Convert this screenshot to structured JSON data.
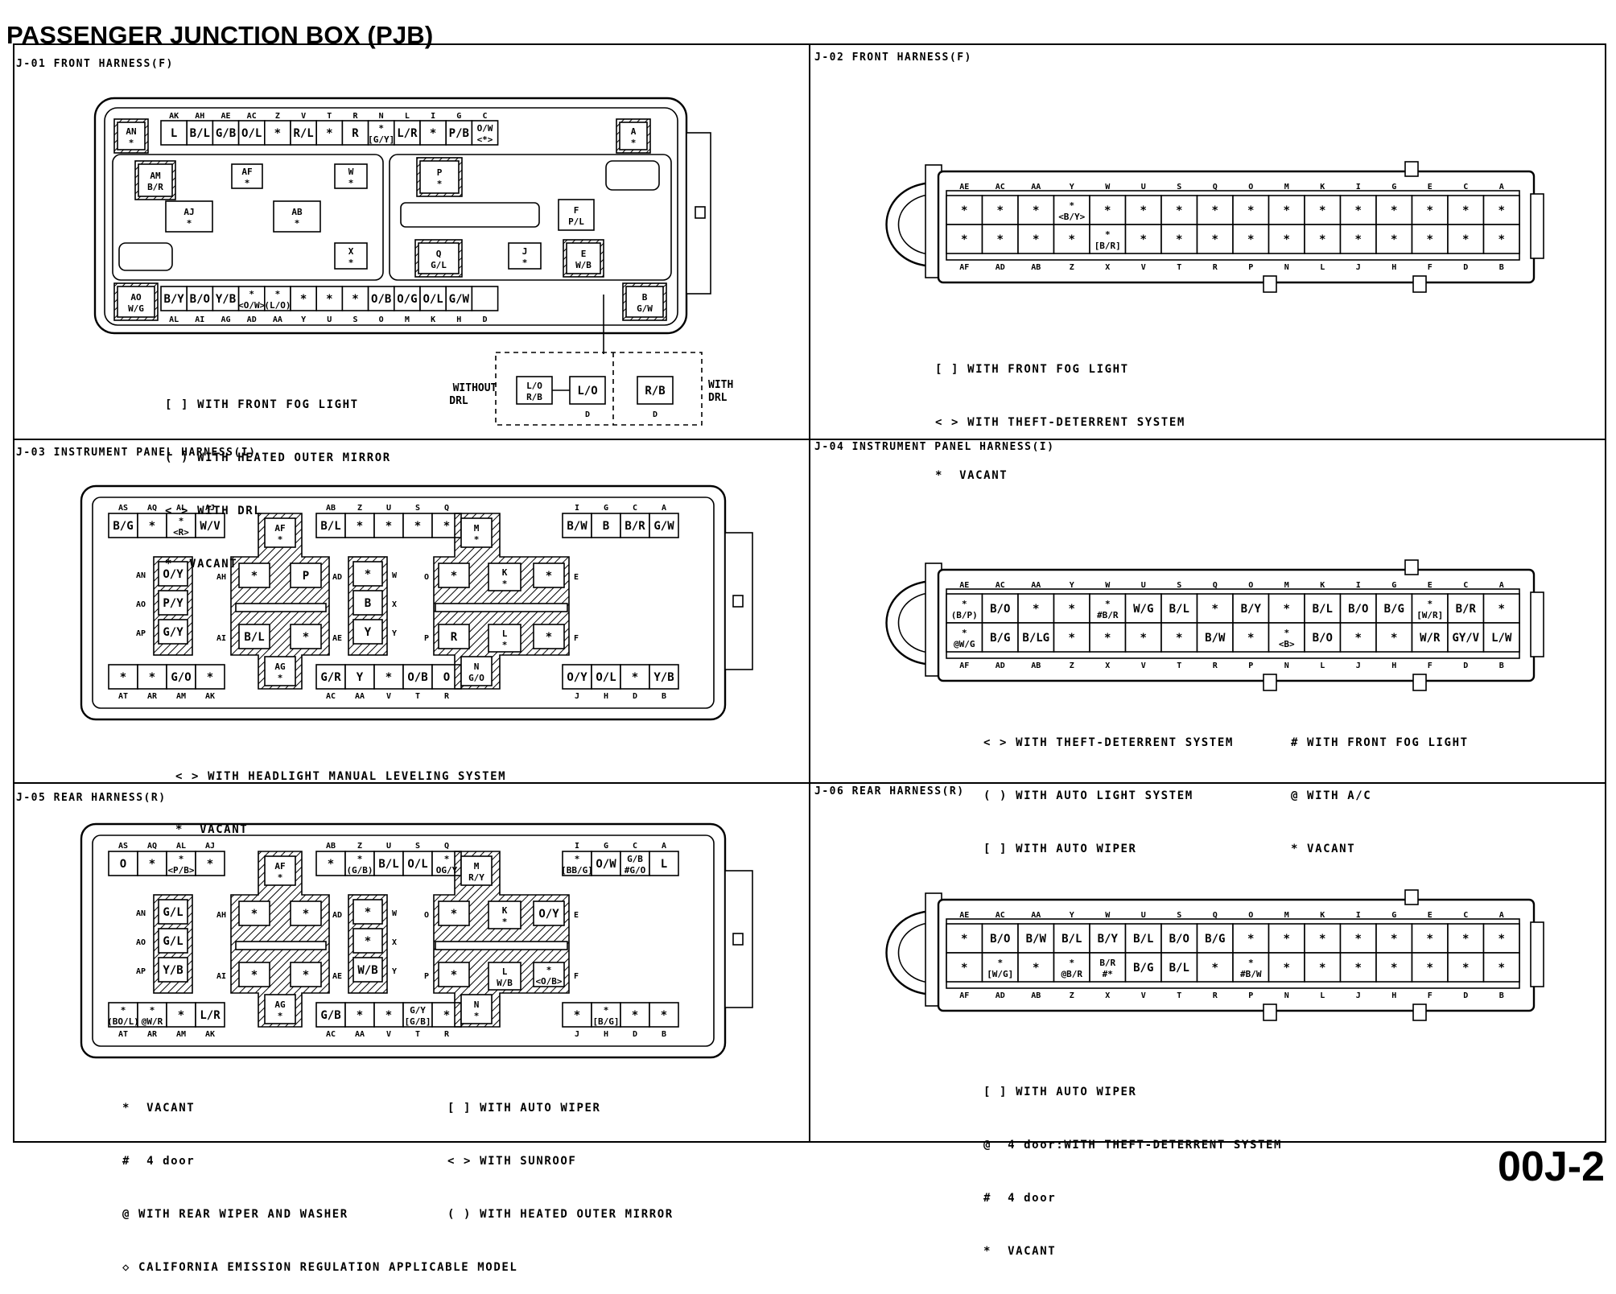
{
  "title": "PASSENGER JUNCTION BOX (PJB)",
  "page_number": "00J-2",
  "sections": {
    "j01": {
      "title": "J-01 FRONT HARNESS(F)",
      "top_letters": [
        "AK",
        "AH",
        "AE",
        "AC",
        "Z",
        "V",
        "T",
        "R",
        "N",
        "L",
        "I",
        "G",
        "C"
      ],
      "top_cells": [
        "L",
        "B/L",
        "G/B",
        "O/L",
        "*",
        "R/L",
        "*",
        "R",
        "*\n[G/Y]",
        "L/R",
        "*",
        "P/B",
        "O/W\n<*>"
      ],
      "bottom_letters": [
        "AL",
        "AI",
        "AG",
        "AD",
        "AA",
        "Y",
        "U",
        "S",
        "O",
        "M",
        "K",
        "H",
        "D"
      ],
      "bottom_cells": [
        "B/Y",
        "B/O",
        "Y/B",
        "*\n<O/W>",
        "*\n(L/O)",
        "*",
        "*",
        "*",
        "O/B",
        "O/G",
        "O/L",
        "G/W",
        ""
      ],
      "inner_cells": [
        {
          "label": "AN\n*",
          "hatch": true
        },
        {
          "label": "AM\nB/R",
          "hatch": true
        },
        {
          "label": "AF\n*",
          "hatch": false
        },
        {
          "label": "W\n*",
          "hatch": false
        },
        {
          "label": "P\n*",
          "hatch": true
        },
        {
          "label": "AJ\n*",
          "hatch": false
        },
        {
          "label": "AB\n*",
          "hatch": false
        },
        {
          "label": "F\nP/L",
          "hatch": false
        },
        {
          "label": "X\n*",
          "hatch": false
        },
        {
          "label": "Q\nG/L",
          "hatch": true
        },
        {
          "label": "J\n*",
          "hatch": false
        },
        {
          "label": "E\nW/B",
          "hatch": true
        },
        {
          "label": "A\n*",
          "hatch": true
        },
        {
          "label": "AO\nW/G",
          "hatch": true
        },
        {
          "label": "B\nG/W",
          "hatch": true
        }
      ],
      "drl": {
        "without": "WITHOUT\nDRL",
        "with": "WITH\nDRL",
        "cell_a": "L/O\nR/B",
        "cell_b": "L/O",
        "cell_c": "R/B",
        "pin": "D"
      },
      "legend": [
        "[ ] WITH FRONT FOG LIGHT",
        "( ) WITH HEATED OUTER MIRROR",
        "< > WITH DRL",
        "*  VACANT"
      ]
    },
    "j02": {
      "title": "J-02 FRONT HARNESS(F)",
      "top_letters": [
        "AE",
        "AC",
        "AA",
        "Y",
        "W",
        "U",
        "S",
        "Q",
        "O",
        "M",
        "K",
        "I",
        "G",
        "E",
        "C",
        "A"
      ],
      "row1": [
        "*",
        "*",
        "*",
        "*\n<B/Y>",
        "*",
        "*",
        "*",
        "*",
        "*",
        "*",
        "*",
        "*",
        "*",
        "*",
        "*",
        "*"
      ],
      "row2": [
        "*",
        "*",
        "*",
        "*",
        "*\n[B/R]",
        "*",
        "*",
        "*",
        "*",
        "*",
        "*",
        "*",
        "*",
        "*",
        "*",
        "*"
      ],
      "bottom_letters": [
        "AF",
        "AD",
        "AB",
        "Z",
        "X",
        "V",
        "T",
        "R",
        "P",
        "N",
        "L",
        "J",
        "H",
        "F",
        "D",
        "B"
      ],
      "legend": [
        "[ ] WITH FRONT FOG LIGHT",
        "< > WITH THEFT-DETERRENT SYSTEM",
        "*  VACANT"
      ]
    },
    "j03": {
      "title": "J-03 INSTRUMENT PANEL HARNESS(I)",
      "top_left_letters": [
        "AS",
        "AQ",
        "AL",
        "AJ"
      ],
      "top_left_cells": [
        "B/G",
        "*",
        "*\n<R>",
        "W/V"
      ],
      "top_mid_letters": [
        "AB",
        "Z",
        "U",
        "S",
        "Q"
      ],
      "top_mid_cells": [
        "B/L",
        "*",
        "*",
        "*",
        "*"
      ],
      "top_right_letters": [
        "I",
        "G",
        "C",
        "A"
      ],
      "top_right_cells": [
        "B/W",
        "B",
        "B/R",
        "G/W"
      ],
      "left_col_letters": [
        "AN",
        "AO",
        "AP"
      ],
      "left_col_cells": [
        "O/Y",
        "P/Y",
        "G/Y"
      ],
      "block1_cells": [
        "AF\n*",
        "*",
        "P",
        "B/L",
        "*",
        "AG\n*"
      ],
      "block1_letters": [
        "AH",
        "AI",
        "AD",
        "AE"
      ],
      "mid_col_cells": [
        "*",
        "B",
        "Y"
      ],
      "mid_col_letters": [
        "W",
        "X",
        "Y"
      ],
      "block2_cells": [
        "M\n*",
        "*",
        "K\n*",
        "*",
        "R",
        "L\n*",
        "*",
        "N\nG/O"
      ],
      "block2_letters": [
        "O",
        "P",
        "E",
        "F"
      ],
      "bottom_left_letters": [
        "AT",
        "AR",
        "AM",
        "AK"
      ],
      "bottom_left_cells": [
        "*",
        "*",
        "G/O",
        "*"
      ],
      "bottom_mid_letters": [
        "AC",
        "AA",
        "V",
        "T",
        "R"
      ],
      "bottom_mid_cells": [
        "G/R",
        "Y",
        "*",
        "O/B",
        "O"
      ],
      "bottom_right_letters": [
        "J",
        "H",
        "D",
        "B"
      ],
      "bottom_right_cells": [
        "O/Y",
        "O/L",
        "*",
        "Y/B"
      ],
      "legend": [
        "< > WITH HEADLIGHT MANUAL LEVELING SYSTEM",
        "*  VACANT"
      ]
    },
    "j04": {
      "title": "J-04 INSTRUMENT PANEL HARNESS(I)",
      "top_letters": [
        "AE",
        "AC",
        "AA",
        "Y",
        "W",
        "U",
        "S",
        "Q",
        "O",
        "M",
        "K",
        "I",
        "G",
        "E",
        "C",
        "A"
      ],
      "row1": [
        "*\n(B/P)",
        "B/O",
        "*",
        "*",
        "*\n#B/R",
        "W/G",
        "B/L",
        "*",
        "B/Y",
        "*",
        "B/L",
        "B/O",
        "B/G",
        "*\n[W/R]",
        "B/R",
        "*"
      ],
      "row2": [
        "*\n@W/G",
        "B/G",
        "B/LG",
        "*",
        "*",
        "*",
        "*",
        "B/W",
        "*",
        "*\n<B>",
        "B/O",
        "*",
        "*",
        "W/R",
        "GY/V",
        "L/W"
      ],
      "bottom_letters": [
        "AF",
        "AD",
        "AB",
        "Z",
        "X",
        "V",
        "T",
        "R",
        "P",
        "N",
        "L",
        "J",
        "H",
        "F",
        "D",
        "B"
      ],
      "legend_left": [
        "< > WITH THEFT-DETERRENT SYSTEM",
        "( ) WITH AUTO LIGHT SYSTEM",
        "[ ] WITH AUTO WIPER"
      ],
      "legend_right": [
        "# WITH FRONT FOG LIGHT",
        "@ WITH A/C",
        "* VACANT"
      ]
    },
    "j05": {
      "title": "J-05 REAR HARNESS(R)",
      "top_left_letters": [
        "AS",
        "AQ",
        "AL",
        "AJ"
      ],
      "top_left_cells": [
        "O",
        "*",
        "*\n<P/B>",
        "*"
      ],
      "top_mid_letters": [
        "AB",
        "Z",
        "U",
        "S",
        "Q"
      ],
      "top_mid_cells": [
        "*",
        "*\n(G/B)",
        "B/L",
        "O/L",
        "*\nOG/Y"
      ],
      "top_right_letters": [
        "I",
        "G",
        "C",
        "A"
      ],
      "top_right_cells": [
        "*\n[BB/G]",
        "O/W",
        "G/B\n#G/O",
        "L"
      ],
      "left_col_letters": [
        "AN",
        "AO",
        "AP"
      ],
      "left_col_cells": [
        "G/L",
        "G/L",
        "Y/B"
      ],
      "block1_cells": [
        "AF\n*",
        "*",
        "*",
        "*",
        "*",
        "AG\n*"
      ],
      "block1_letters": [
        "AH",
        "AI",
        "AD",
        "AE"
      ],
      "mid_col_cells": [
        "*",
        "*",
        "W/B"
      ],
      "mid_col_letters": [
        "W",
        "X",
        "Y"
      ],
      "block2_cells": [
        "M\nR/Y",
        "*",
        "K\n*",
        "O/Y",
        "*",
        "L\nW/B",
        "*\n<O/B>",
        "N\n*"
      ],
      "block2_letters": [
        "O",
        "P",
        "E",
        "F"
      ],
      "bottom_left_letters": [
        "AT",
        "AR",
        "AM",
        "AK"
      ],
      "bottom_left_cells": [
        "*\n(BO/L)",
        "*\n@W/R",
        "*",
        "L/R"
      ],
      "bottom_mid_letters": [
        "AC",
        "AA",
        "V",
        "T",
        "R"
      ],
      "bottom_mid_cells": [
        "G/B",
        "*",
        "*",
        "G/Y\n[G/B]",
        "*"
      ],
      "bottom_right_letters": [
        "J",
        "H",
        "D",
        "B"
      ],
      "bottom_right_cells": [
        "*",
        "*\n[B/G]",
        "*",
        "*"
      ],
      "legend_left": [
        "*  VACANT",
        "#  4 door",
        "@ WITH REAR WIPER AND WASHER",
        "◇ CALIFORNIA EMISSION REGULATION APPLICABLE MODEL"
      ],
      "legend_right": [
        "[ ] WITH AUTO WIPER",
        "< > WITH SUNROOF",
        "( ) WITH HEATED OUTER MIRROR"
      ]
    },
    "j06": {
      "title": "J-06 REAR HARNESS(R)",
      "top_letters": [
        "AE",
        "AC",
        "AA",
        "Y",
        "W",
        "U",
        "S",
        "Q",
        "O",
        "M",
        "K",
        "I",
        "G",
        "E",
        "C",
        "A"
      ],
      "row1": [
        "*",
        "B/O",
        "B/W",
        "B/L",
        "B/Y",
        "B/L",
        "B/O",
        "B/G",
        "*",
        "*",
        "*",
        "*",
        "*",
        "*",
        "*",
        "*"
      ],
      "row2": [
        "*",
        "*\n[W/G]",
        "*",
        "*\n@B/R",
        "B/R\n#*",
        "B/G",
        "B/L",
        "*",
        "*\n#B/W",
        "*",
        "*",
        "*",
        "*",
        "*",
        "*",
        "*"
      ],
      "bottom_letters": [
        "AF",
        "AD",
        "AB",
        "Z",
        "X",
        "V",
        "T",
        "R",
        "P",
        "N",
        "L",
        "J",
        "H",
        "F",
        "D",
        "B"
      ],
      "legend": [
        "[ ] WITH AUTO WIPER",
        "@  4 door:WITH THEFT-DETERRENT SYSTEM",
        "#  4 door",
        "*  VACANT"
      ]
    }
  }
}
